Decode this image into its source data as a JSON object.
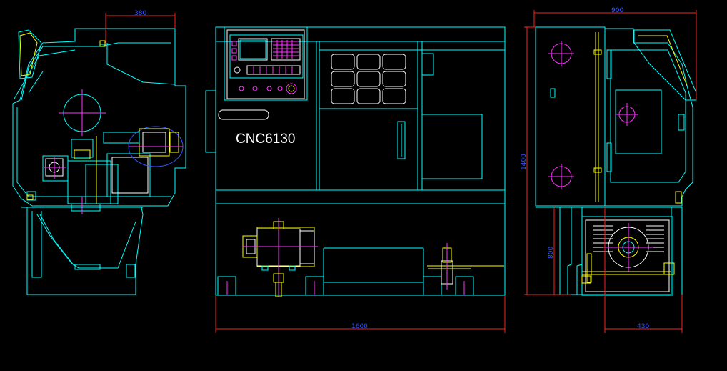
{
  "drawing": {
    "model_label": "CNC6130",
    "colors": {
      "background": "#000000",
      "outline": "#00ffff",
      "parts": "#ffff00",
      "centerlines": "#ff33ff",
      "dimensions": "#3355ff",
      "dimension_ext": "#ff2020"
    },
    "dimensions": {
      "left_top_width": "380",
      "right_top_width": "900",
      "right_height": "1400",
      "right_lower_height": "800",
      "front_total_width": "1600",
      "right_bottom_width": "430"
    }
  }
}
